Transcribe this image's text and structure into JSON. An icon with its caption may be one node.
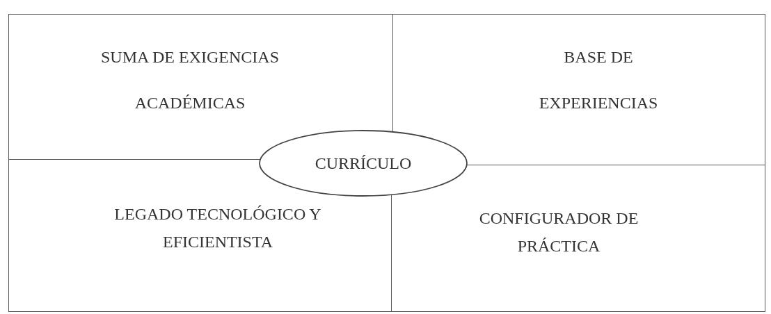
{
  "diagram": {
    "nodes": [
      {
        "text": [
          "SUMA DE EXIGENCIAS ACADÉMICAS"
        ]
      },
      {
        "text": [
          "BASE DE EXPERIENCIAS"
        ]
      },
      {
        "text": [
          "LEGADO TECNOLÓGICO Y EFICIENTISTA"
        ]
      },
      {
        "text": [
          "CONFIGURADOR DE PRÁCTICA"
        ]
      },
      {
        "text": [
          "CURRÍCULO"
        ]
      }
    ]
  }
}
